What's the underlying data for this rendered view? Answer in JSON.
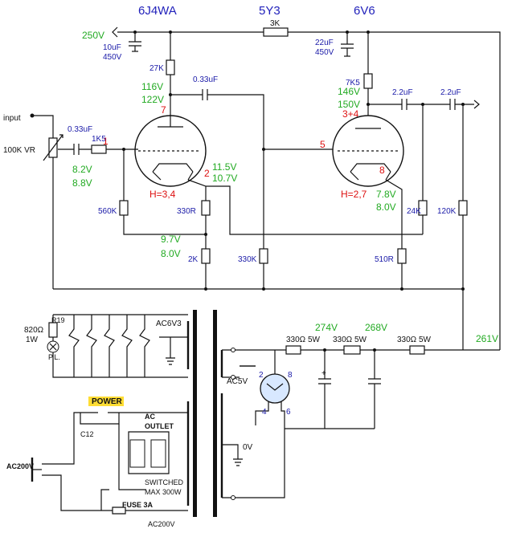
{
  "tubes": {
    "t1": "6J4WA",
    "t2": "5Y3",
    "t3": "6V6"
  },
  "labels": {
    "b250v": "250V",
    "cap10": "10uF",
    "cap10v": "450V",
    "r3k": "3K",
    "cap22": "22uF",
    "cap22v": "450V",
    "r27k": "27K",
    "v116": "116V",
    "v122": "122V",
    "pin7": "7",
    "c033a": "0.33uF",
    "r7k5": "7K5",
    "v146": "146V",
    "v150": "150V",
    "pin34": "3+4",
    "c22a": "2.2uF",
    "c22b": "2.2uF",
    "input": "input",
    "c033b": "0.33uF",
    "vr": "100K VR",
    "r1k5": "1K5",
    "pin1": "1",
    "v82": "8.2V",
    "v88": "8.8V",
    "pin2": "2",
    "v115": "11.5V",
    "v107": "10.7V",
    "pin5": "5",
    "pin8": "8",
    "h1": "H=3,4",
    "h2": "H=2,7",
    "v78": "7.8V",
    "v80": "8.0V",
    "r560k": "560K",
    "r330r": "330R",
    "r24k": "24K",
    "r120k": "120K",
    "v97": "9.7V",
    "v80b": "8.0V",
    "r2k": "2K",
    "r330k": "330K",
    "r510r": "510R",
    "v274": "274V",
    "v268": "268V",
    "v261": "261V",
    "r330_5w_a": "330Ω  5W",
    "r330_5w_b": "330Ω  5W",
    "r330_5w_c": "330Ω  5W",
    "r19": "R19",
    "r820": "820Ω",
    "r820w": "1W",
    "pl": "P.L.",
    "ac6v3": "AC6V3",
    "ac5v": "AC5V",
    "rp2": "2",
    "rp8": "8",
    "rp4": "4",
    "rp6": "6",
    "power": "POWER",
    "c12": "C12",
    "ac_outlet_1": "AC",
    "ac_outlet_2": "OUTLET",
    "switched": "SWITCHED",
    "max300": "MAX 300W",
    "ov": "0V",
    "ac200v": "AC200V",
    "fuse": "FUSE 3A",
    "ac200v_b": "AC200V",
    "plus": "+"
  },
  "colors": {
    "wire": "#111111",
    "blue": "#1a1aa8",
    "green": "#22aa22",
    "red": "#dd1111",
    "power_bg": "#ffdd33"
  }
}
